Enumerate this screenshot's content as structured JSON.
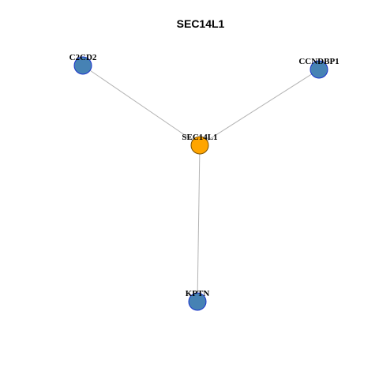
{
  "graph": {
    "title": "SEC14L1",
    "nodes": [
      {
        "id": "SEC14L1",
        "label": "SEC14L1",
        "role": "center",
        "fill": "#FFA500",
        "stroke": "#7A5000"
      },
      {
        "id": "C2CD2",
        "label": "C2CD2",
        "role": "neighbor",
        "fill": "#4682B4",
        "stroke": "#1A33CC"
      },
      {
        "id": "CCNDBP1",
        "label": "CCNDBP1",
        "role": "neighbor",
        "fill": "#4682B4",
        "stroke": "#1A33CC"
      },
      {
        "id": "KPTN",
        "label": "KPTN",
        "role": "neighbor",
        "fill": "#4682B4",
        "stroke": "#1A33CC"
      }
    ],
    "edges": [
      {
        "source": "SEC14L1",
        "target": "C2CD2"
      },
      {
        "source": "SEC14L1",
        "target": "CCNDBP1"
      },
      {
        "source": "SEC14L1",
        "target": "KPTN"
      }
    ],
    "edge_color": "#B3B3B3"
  }
}
